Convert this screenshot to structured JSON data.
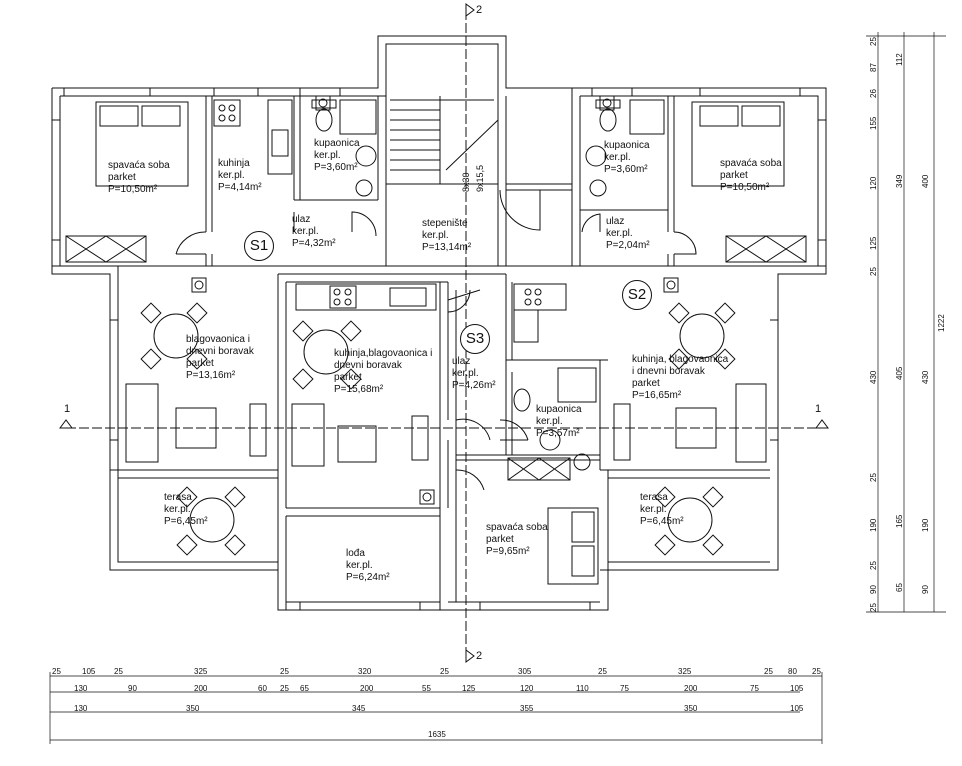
{
  "rooms": {
    "s1_bedroom": {
      "name": "spavaća soba",
      "floor": "parket",
      "area": "P=10,50m²"
    },
    "s1_kitchen": {
      "name": "kuhinja",
      "floor": "ker.pl.",
      "area": "P=4,14m²"
    },
    "s1_bathroom": {
      "name": "kupaonica",
      "floor": "ker.pl.",
      "area": "P=3,60m²"
    },
    "s1_entry": {
      "name": "ulaz",
      "floor": "ker.pl.",
      "area": "P=4,32m²"
    },
    "s1_dining": {
      "name1": "blagovaonica i",
      "name2": "dnevni boravak",
      "floor": "parket",
      "area": "P=13,16m²"
    },
    "s1_terrace": {
      "name": "terasa",
      "floor": "ker.pl.",
      "area": "P=6,45m²"
    },
    "stairs": {
      "name": "stepenište",
      "floor": "ker.pl.",
      "area": "P=13,14m²",
      "note1": "8x30",
      "note2": "9x15,5"
    },
    "s2_bathroom": {
      "name": "kupaonica",
      "floor": "ker.pl.",
      "area": "P=3,60m²"
    },
    "s2_bedroom": {
      "name": "spavaća soba",
      "floor": "parket",
      "area": "P=10,50m²"
    },
    "s2_entry": {
      "name": "ulaz",
      "floor": "ker.pl.",
      "area": "P=2,04m²"
    },
    "s2_living": {
      "name1": "kuhinja, blagovaonica",
      "name2": "i dnevni boravak",
      "floor": "parket",
      "area": "P=16,65m²"
    },
    "s2_terrace": {
      "name": "terasa",
      "floor": "ker.pl.",
      "area": "P=6,45m²"
    },
    "s3_living": {
      "name1": "kuhinja,blagovaonica i",
      "name2": "dnevni boravak",
      "floor": "parket",
      "area": "P=15,68m²"
    },
    "s3_entry": {
      "name": "ulaz",
      "floor": "ker.pl.",
      "area": "P=4,26m²"
    },
    "s3_bathroom": {
      "name": "kupaonica",
      "floor": "ker.pl.",
      "area": "P=3,57m²"
    },
    "s3_bedroom": {
      "name": "spavaća soba",
      "floor": "parket",
      "area": "P=9,65m²"
    },
    "s3_loggia": {
      "name": "lođa",
      "floor": "ker.pl.",
      "area": "P=6,24m²"
    }
  },
  "units": {
    "s1": "S1",
    "s2": "S2",
    "s3": "S3"
  },
  "sections": {
    "a": "1",
    "b": "1",
    "c": "2",
    "d": "2"
  },
  "dims_row1": [
    "25",
    "105",
    "25",
    "325",
    "25",
    "320",
    "25",
    "305",
    "25",
    "325",
    "25",
    "80",
    "25"
  ],
  "dims_row2": [
    "130",
    "90",
    "200",
    "60",
    "25",
    "65",
    "200",
    "55",
    "125",
    "120",
    "110",
    "75",
    "200",
    "75",
    "105"
  ],
  "dims_row3": [
    "130",
    "350",
    "345",
    "355",
    "350",
    "105"
  ],
  "dims_total": "1635",
  "vdims_inner": [
    "25",
    "87",
    "26",
    "155",
    "120",
    "125",
    "25",
    "430",
    "25",
    "190",
    "25",
    "90",
    "25"
  ],
  "vdims_mid": [
    "112",
    "349",
    "405",
    "165",
    "65"
  ],
  "vdims_outer": [
    "400",
    "430",
    "190",
    "90"
  ],
  "vdims_total": "1222",
  "colors": {
    "line": "#111111",
    "wall": "#ffffff",
    "watermark": "#c8c8d4"
  }
}
